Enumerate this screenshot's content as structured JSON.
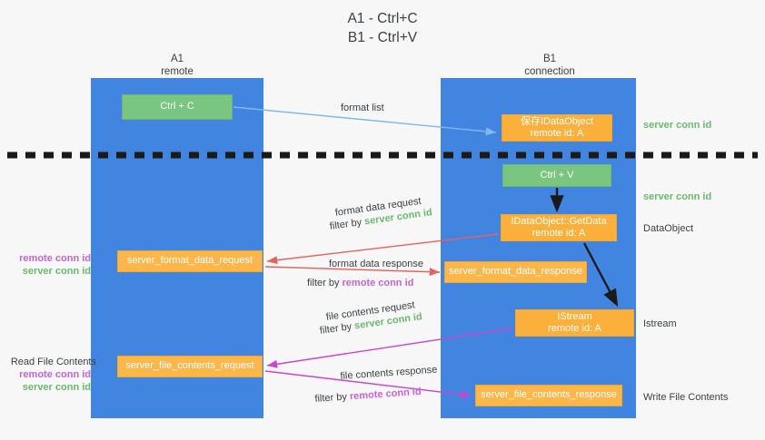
{
  "title": "A1 - Ctrl+C\nB1 - Ctrl+V",
  "lanes": {
    "a": {
      "header": "A1\nremote",
      "color": "#4285e0"
    },
    "b": {
      "header": "B1\nconnection",
      "color": "#4285e0"
    }
  },
  "colors": {
    "lane_blue": "#4285e0",
    "green_box": "#7ac57f",
    "orange_box": "#fbb03b",
    "server_conn_green": "#6aba6f",
    "remote_conn_purple": "#c464d8",
    "arrow_light_blue": "#7fb8e8",
    "arrow_red": "#e8615a",
    "arrow_magenta": "#cc44cc",
    "arrow_black": "#1a1a1a",
    "text": "#3c4043",
    "background": "#f7f7f7"
  },
  "boxes": {
    "ctrl_c": "Ctrl + C",
    "save_idataobject": "保存IDataObject\nremote id: A",
    "ctrl_v": "Ctrl + V",
    "getdata": "IDataObject::GetData\nremote id: A",
    "server_format_data_request": "server_format_data_request",
    "server_format_data_response": "server_format_data_response",
    "istream": "IStream\nremote id: A",
    "server_file_contents_request": "server_file_contents_request",
    "server_file_contents_response": "server_file_contents_response"
  },
  "side_labels": {
    "server_conn_id_1": "server conn id",
    "server_conn_id_2": "server conn id",
    "dataobject": "DataObject",
    "istream": "Istream",
    "write_file_contents": "Write File Contents",
    "left_remote_conn_id_1": "remote conn id",
    "left_server_conn_id_1": "server conn id",
    "read_file_contents": "Read File Contents",
    "left_remote_conn_id_2": "remote conn id",
    "left_server_conn_id_2": "server conn id"
  },
  "flows": {
    "format_list": "format list",
    "format_data_request": "format data request",
    "format_data_request_filter_prefix": "filter by ",
    "format_data_request_filter_value": "server conn id",
    "format_data_response": "format data response",
    "format_data_response_filter_prefix": "filter by ",
    "format_data_response_filter_value": "remote conn id",
    "file_contents_request": "file contents request",
    "file_contents_request_filter_prefix": "filter by ",
    "file_contents_request_filter_value": "server conn id",
    "file_contents_response": "file contents response",
    "file_contents_response_filter_prefix": "filter by ",
    "file_contents_response_filter_value": "remote conn id"
  },
  "divider": {
    "name": "dashed-separator-line",
    "style": "dashed",
    "color": "#1a1a1a"
  }
}
